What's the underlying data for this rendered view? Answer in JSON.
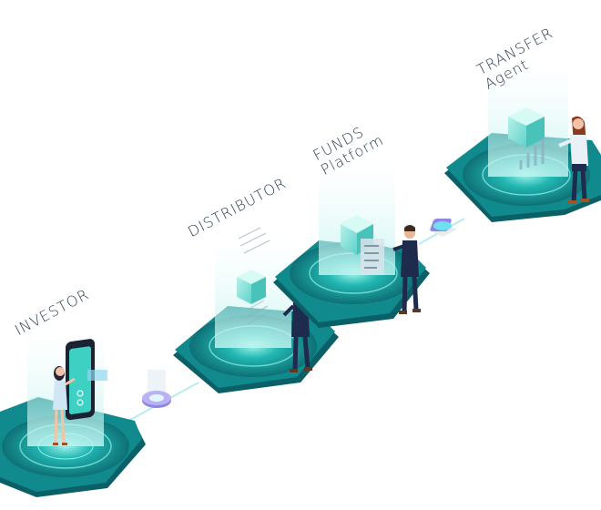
{
  "stages": {
    "investor": {
      "line1": "INVESTOR"
    },
    "distributor": {
      "line1": "DISTRIBUTOR"
    },
    "funds": {
      "line1": "FUNDS",
      "line2": "Platform"
    },
    "transfer": {
      "line1": "TRANSFER",
      "line2": "Agent"
    }
  },
  "colors": {
    "platform_dark": "#0b5f66",
    "platform_mid": "#14a3a3",
    "platform_glow": "#7fe7e0",
    "link_line": "#b8ecec",
    "node_ring": "#8f86e6",
    "label_text": "#2c3e50",
    "suit": "#1f2b4d"
  }
}
